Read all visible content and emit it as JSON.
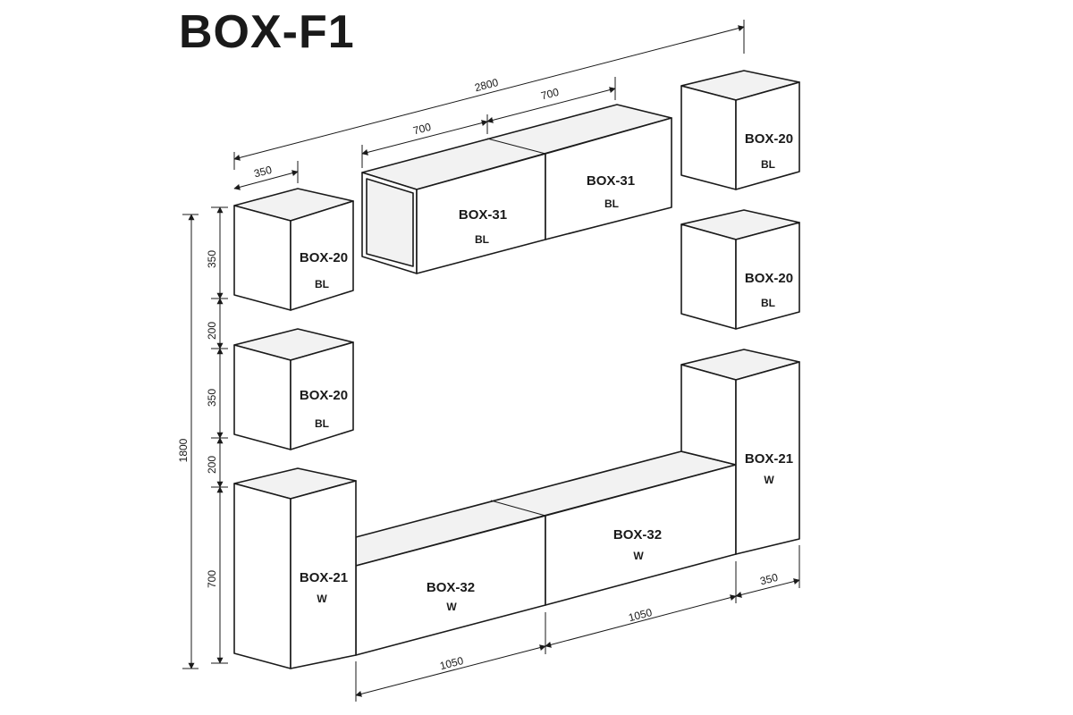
{
  "title": "BOX-F1",
  "modules": [
    {
      "name": "BOX-20",
      "code": "BL"
    },
    {
      "name": "BOX-20",
      "code": "BL"
    },
    {
      "name": "BOX-31",
      "code": "BL"
    },
    {
      "name": "BOX-31",
      "code": "BL"
    },
    {
      "name": "BOX-20",
      "code": "BL"
    },
    {
      "name": "BOX-20",
      "code": "BL"
    },
    {
      "name": "BOX-21",
      "code": "W"
    },
    {
      "name": "BOX-32",
      "code": "W"
    },
    {
      "name": "BOX-32",
      "code": "W"
    },
    {
      "name": "BOX-21",
      "code": "W"
    }
  ],
  "dimensions": {
    "total_width": "2800",
    "top_left_700": "700",
    "top_right_700": "700",
    "top_350": "350",
    "total_height": "1800",
    "h_350_a": "350",
    "h_200_a": "200",
    "h_350_b": "350",
    "h_200_b": "200",
    "h_700": "700",
    "bottom_1050_left": "1050",
    "bottom_1050_right": "1050",
    "bottom_350": "350"
  },
  "colors": {
    "line": "#1a1a1a",
    "background": "#ffffff"
  }
}
